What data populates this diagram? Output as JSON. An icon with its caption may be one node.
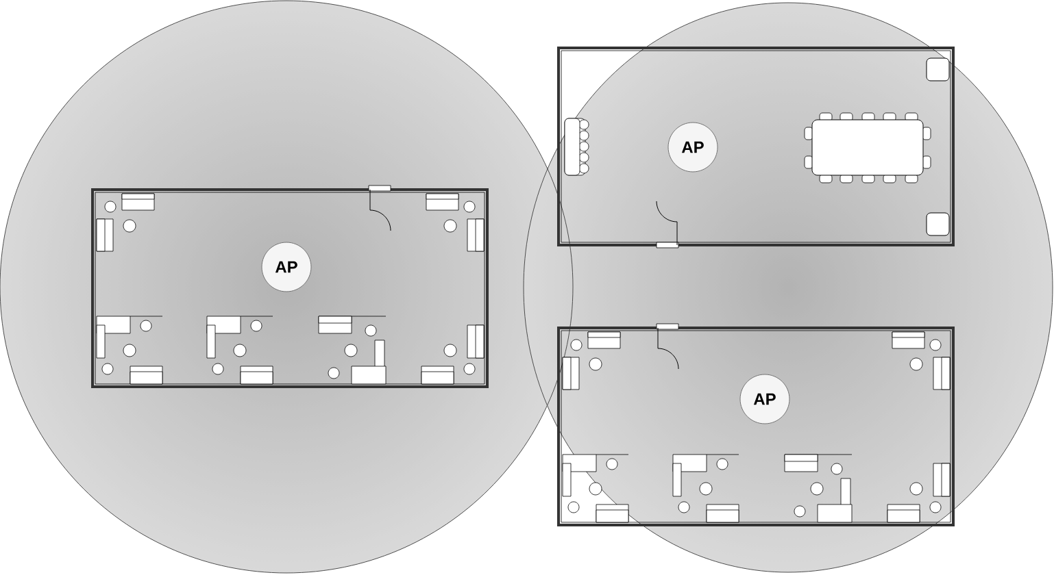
{
  "diagram": {
    "nodes": [
      {
        "text": [
          "AP"
        ]
      },
      {
        "text": [
          "AP"
        ]
      },
      {
        "text": [
          "AP"
        ]
      }
    ]
  }
}
